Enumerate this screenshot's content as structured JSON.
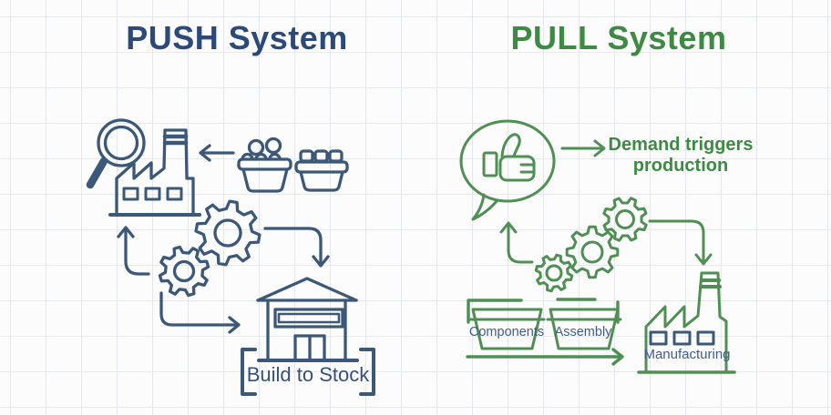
{
  "push": {
    "title": "PUSH System",
    "stock_label": "Build to Stock",
    "icons": [
      "magnifier-icon",
      "factory-icon",
      "left-arrow-icon",
      "bin-of-goods-icon",
      "bin-of-blocks-icon",
      "up-arrow-icon",
      "gear-large-icon",
      "gear-small-icon",
      "warehouse-icon",
      "bracket-icons"
    ]
  },
  "pull": {
    "title": "PULL System",
    "demand_line1": "Demand triggers",
    "demand_line2": "production",
    "bins": [
      {
        "label": "Components"
      },
      {
        "label": "Assembly"
      }
    ],
    "factory_label": "Manufacturing",
    "icons": [
      "thumbs-up-speech-bubble-icon",
      "right-arrow-icon",
      "up-arrow-icon",
      "gear-icons",
      "conveyor-arrow-icon",
      "factory-icon"
    ]
  },
  "colors": {
    "push_title": "#2c4a79",
    "pull_title": "#3d8a43",
    "push_stroke": "#3c5878",
    "pull_stroke": "#4f8f53",
    "label_blue": "#3f5d8c",
    "dark_label": "#36507a",
    "grid_line": "#e4e7eb",
    "background": "#fcfcfd"
  }
}
